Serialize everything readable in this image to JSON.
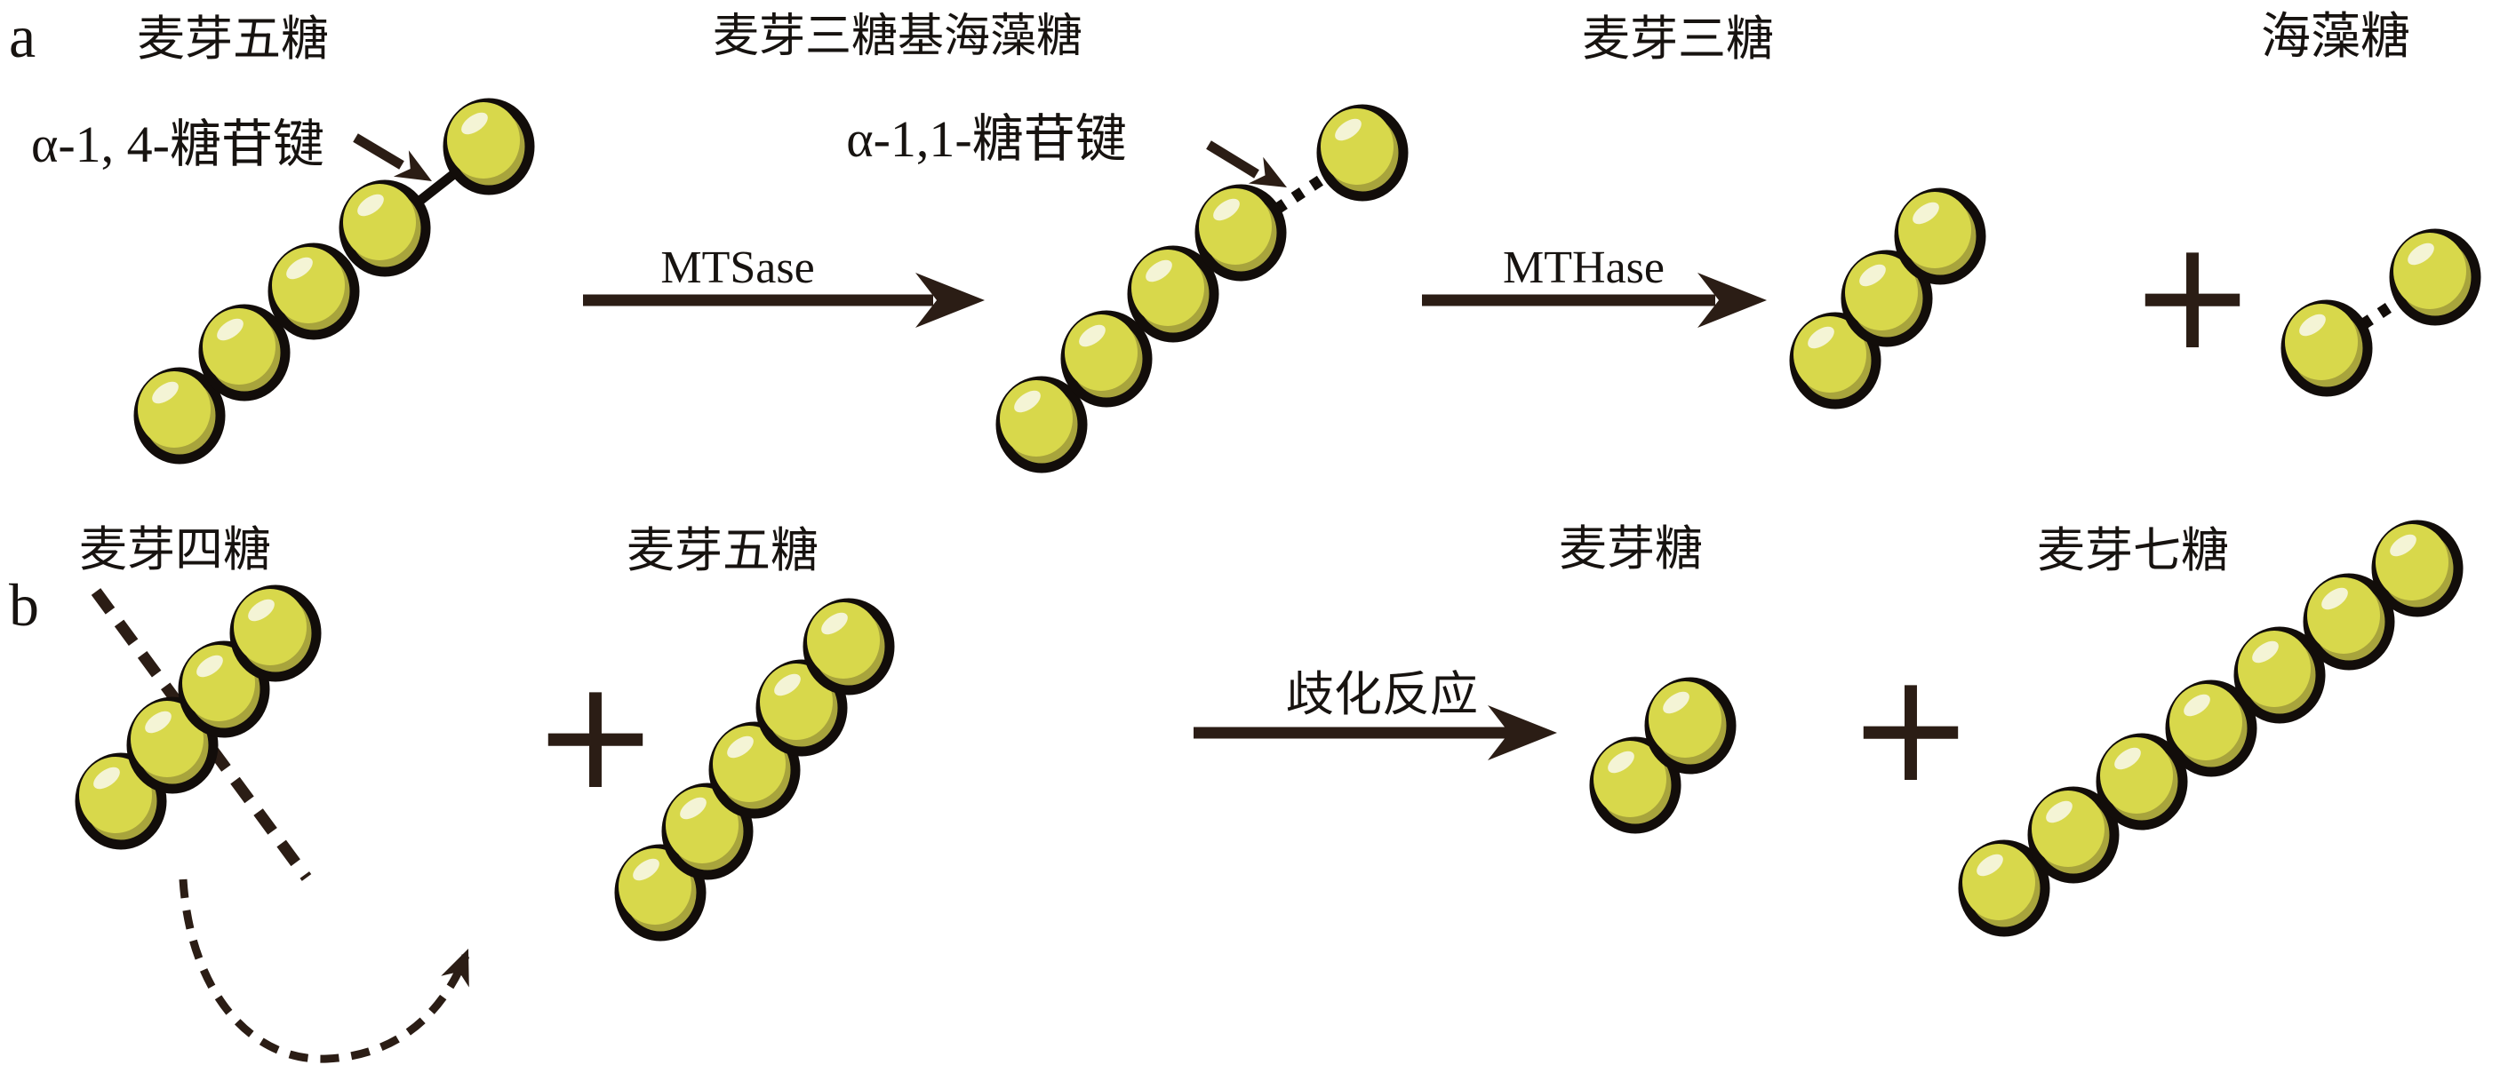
{
  "figure_title": "trehalose enzymatic synthesis scheme",
  "colors": {
    "background": "#ffffff",
    "outline": "#120d0a",
    "sugar_fill": "#d8d84b",
    "sugar_shade": "#a8a43c",
    "sugar_highlight": "#f4f4d5",
    "arrow": "#2b1d15",
    "text": "#171310"
  },
  "panel_a": {
    "label": "a",
    "molecules": {
      "maltopentaose": {
        "name": "麦芽五糖",
        "units": 5,
        "linkage_style": "solid"
      },
      "maltotriosyltrehalose": {
        "name": "麦芽三糖基海藻糖",
        "units": 5,
        "linkage_style": "dotted"
      },
      "maltotriose": {
        "name": "麦芽三糖",
        "units": 3,
        "linkage_style": "none"
      },
      "trehalose": {
        "name": "海藻糖",
        "units": 2,
        "linkage_style": "dotted"
      }
    },
    "bond_labels": {
      "alpha_1_4": "α-1, 4-糖苷键",
      "alpha_1_1": "α-1,1-糖苷键"
    },
    "enzymes": {
      "step1": "MTSase",
      "step2": "MTHase"
    },
    "plus": "+"
  },
  "panel_b": {
    "label": "b",
    "molecules": {
      "maltotetraose": {
        "name": "麦芽四糖",
        "units": 4,
        "linkage_style": "none"
      },
      "maltopentaose": {
        "name": "麦芽五糖",
        "units": 5,
        "linkage_style": "none"
      },
      "maltose": {
        "name": "麦芽糖",
        "units": 2,
        "linkage_style": "none"
      },
      "maltoheptaose": {
        "name": "麦芽七糖",
        "units": 7,
        "linkage_style": "none"
      }
    },
    "reaction_label": "歧化反应",
    "plus_1": "+",
    "plus_2": "+"
  }
}
